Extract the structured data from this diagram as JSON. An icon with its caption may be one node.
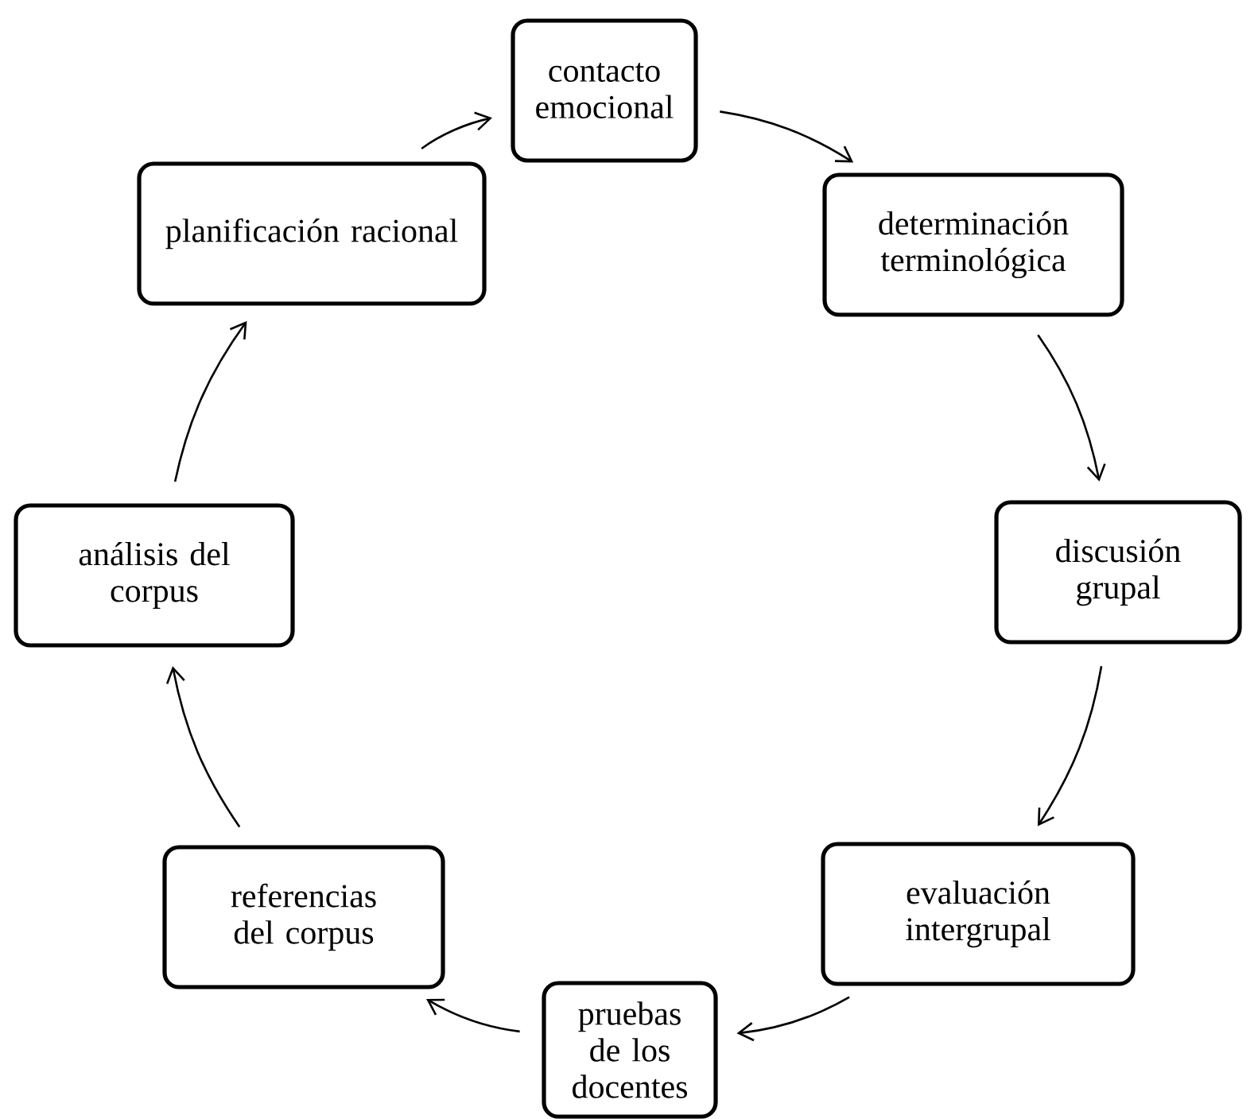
{
  "diagram": {
    "nodes": [
      {
        "text": [
          "contacto emocional"
        ]
      },
      {
        "text": [
          "determinación terminológica"
        ]
      },
      {
        "text": [
          "discusión grupal"
        ]
      },
      {
        "text": [
          "evaluación intergrupal"
        ]
      },
      {
        "text": [
          "pruebas de los docentes"
        ]
      },
      {
        "text": [
          "referencias del corpus"
        ]
      },
      {
        "text": [
          "análisis del corpus"
        ]
      },
      {
        "text": [
          "planificación racional"
        ]
      }
    ],
    "edges": [
      {
        "from": 0,
        "to": 1,
        "arrow": "to"
      },
      {
        "from": 1,
        "to": 2,
        "arrow": "to"
      },
      {
        "from": 2,
        "to": 3,
        "arrow": "to"
      },
      {
        "from": 3,
        "to": 4,
        "arrow": "to"
      },
      {
        "from": 4,
        "to": 5,
        "arrow": "to"
      },
      {
        "from": 5,
        "to": 6,
        "arrow": "to"
      },
      {
        "from": 6,
        "to": 7,
        "arrow": "to"
      },
      {
        "from": 7,
        "to": 0,
        "arrow": "to"
      }
    ]
  }
}
